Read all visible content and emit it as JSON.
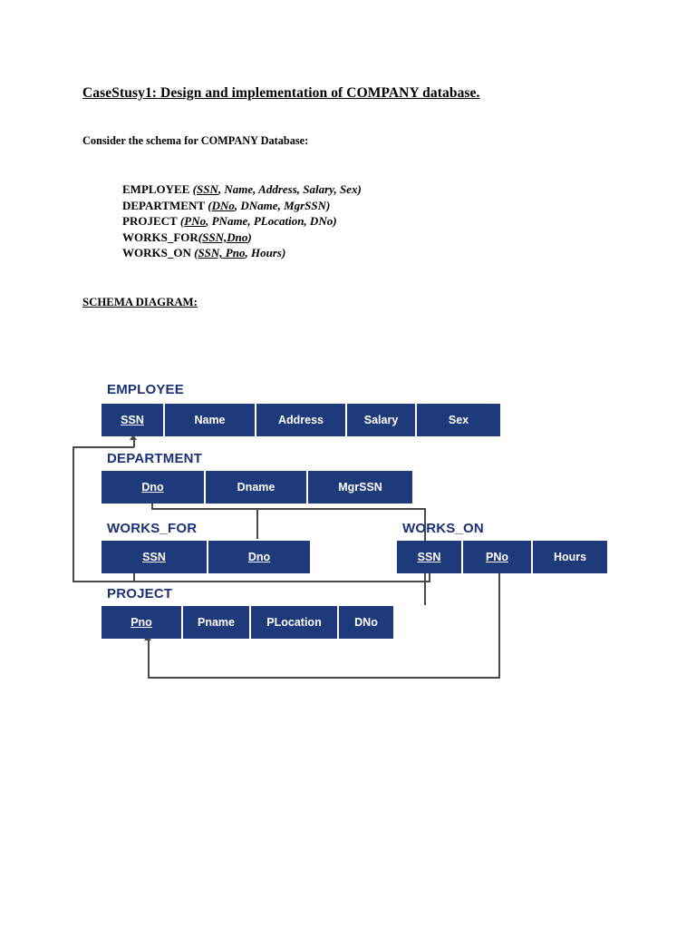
{
  "document": {
    "title": "CaseStusy1: Design and implementation of COMPANY database.",
    "subtitle": "Consider the schema for COMPANY Database:",
    "diagram_heading": "SCHEMA DIAGRAM:"
  },
  "schema_text": {
    "relations": [
      {
        "name": "EMPLOYEE",
        "open": " (",
        "attributes": "SSN, Name, Address, Salary, Sex",
        "key_part": "SSN",
        "rest_part": ", Name, Address, Salary, Sex",
        "close": ")"
      },
      {
        "name": "DEPARTMENT",
        "open": " (",
        "attributes": "DNo, DName, MgrSSN",
        "key_part": "DNo",
        "rest_part": ", DName, MgrSSN",
        "close": ")"
      },
      {
        "name": "PROJECT",
        "open": " (",
        "attributes": "PNo, PName, PLocation, DNo",
        "key_part": "PNo",
        "rest_part": ", PName, PLocation, DNo",
        "close": ")"
      },
      {
        "name": "WORKS_FOR",
        "open": "(",
        "attributes": "SSN,Dno",
        "key_part": "SSN,Dno",
        "rest_part": "",
        "close": ")"
      },
      {
        "name": "WORKS_ON",
        "open": " (",
        "attributes": "SSN, Pno, Hours",
        "key_part": "SSN, Pno",
        "rest_part": ", Hours",
        "close": ")"
      }
    ]
  },
  "diagram": {
    "accent_color": "#1f3a7a",
    "label_color": "#1b3176",
    "line_color": "#4a4a4a",
    "tables": [
      {
        "label": "EMPLOYEE",
        "columns": [
          {
            "name": "SSN",
            "key": true
          },
          {
            "name": "Name",
            "key": false
          },
          {
            "name": "Address",
            "key": false
          },
          {
            "name": "Salary",
            "key": false
          },
          {
            "name": "Sex",
            "key": false
          }
        ]
      },
      {
        "label": "DEPARTMENT",
        "columns": [
          {
            "name": "Dno",
            "key": true
          },
          {
            "name": "Dname",
            "key": false
          },
          {
            "name": "MgrSSN",
            "key": false
          }
        ]
      },
      {
        "label": "WORKS_FOR",
        "columns": [
          {
            "name": "SSN",
            "key": true
          },
          {
            "name": "Dno",
            "key": true
          }
        ]
      },
      {
        "label": "WORKS_ON",
        "columns": [
          {
            "name": "SSN",
            "key": true
          },
          {
            "name": "PNo",
            "key": true
          },
          {
            "name": "Hours",
            "key": false
          }
        ]
      },
      {
        "label": "PROJECT",
        "columns": [
          {
            "name": "Pno",
            "key": true
          },
          {
            "name": "Pname",
            "key": false
          },
          {
            "name": "PLocation",
            "key": false
          },
          {
            "name": "DNo",
            "key": false
          }
        ]
      }
    ]
  }
}
